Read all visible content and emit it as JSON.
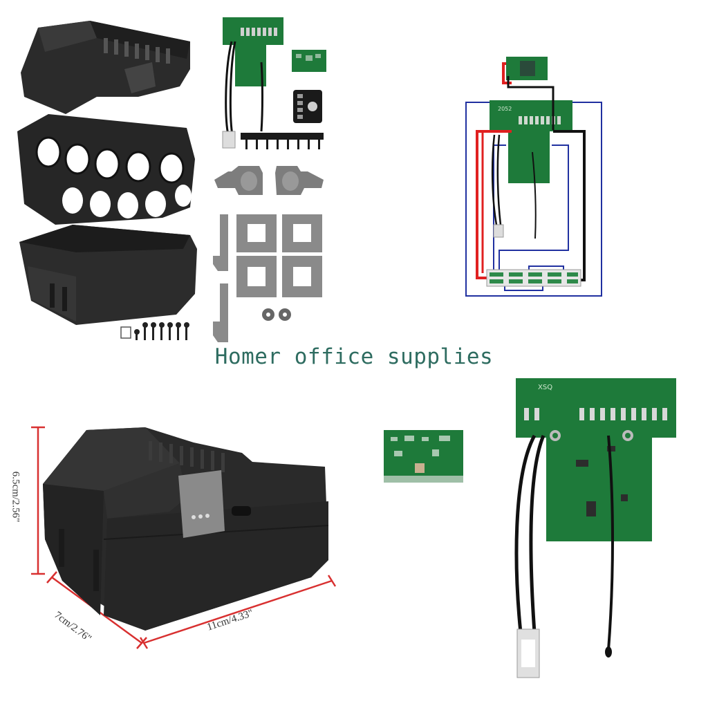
{
  "watermark": {
    "text": "Homer office supplies",
    "color": "#2e6c60"
  },
  "dimensions": {
    "height_label": "6.5cm/2.56\"",
    "depth_label": "7cm/2.76\"",
    "width_label": "11cm/4.33\"",
    "line_color": "#d83030"
  },
  "pcb": {
    "board_label": "2052",
    "board_label_alt": "XSQ",
    "board_color": "#1e7a3a"
  },
  "colors": {
    "casing": "#2a2a2a",
    "wire_red": "#e02020",
    "wire_black": "#111111",
    "wire_blue": "#2030a0"
  }
}
